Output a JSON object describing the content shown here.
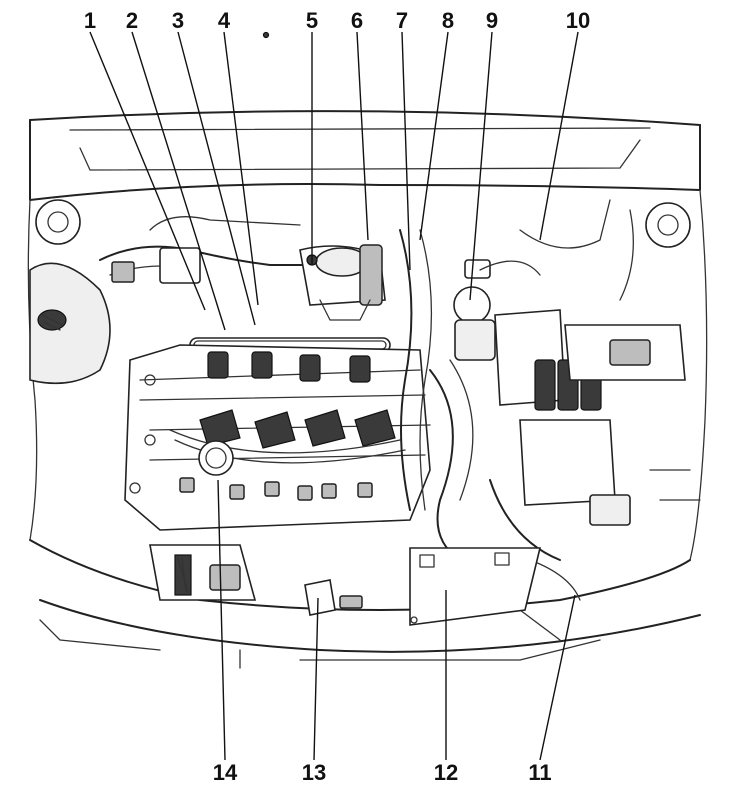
{
  "callouts": [
    {
      "id": "1",
      "text": "1"
    },
    {
      "id": "2",
      "text": "2"
    },
    {
      "id": "3",
      "text": "3"
    },
    {
      "id": "4",
      "text": "4"
    },
    {
      "id": "5",
      "text": "5"
    },
    {
      "id": "6",
      "text": "6"
    },
    {
      "id": "7",
      "text": "7"
    },
    {
      "id": "8",
      "text": "8"
    },
    {
      "id": "9",
      "text": "9"
    },
    {
      "id": "10",
      "text": "10"
    },
    {
      "id": "11",
      "text": "11"
    },
    {
      "id": "12",
      "text": "12"
    },
    {
      "id": "13",
      "text": "13"
    },
    {
      "id": "14",
      "text": "14"
    }
  ],
  "colors": {
    "ink": "#222222",
    "fill_dark": "#3a3a3a",
    "fill_mid": "#bdbdbd",
    "paper": "#ffffff"
  }
}
